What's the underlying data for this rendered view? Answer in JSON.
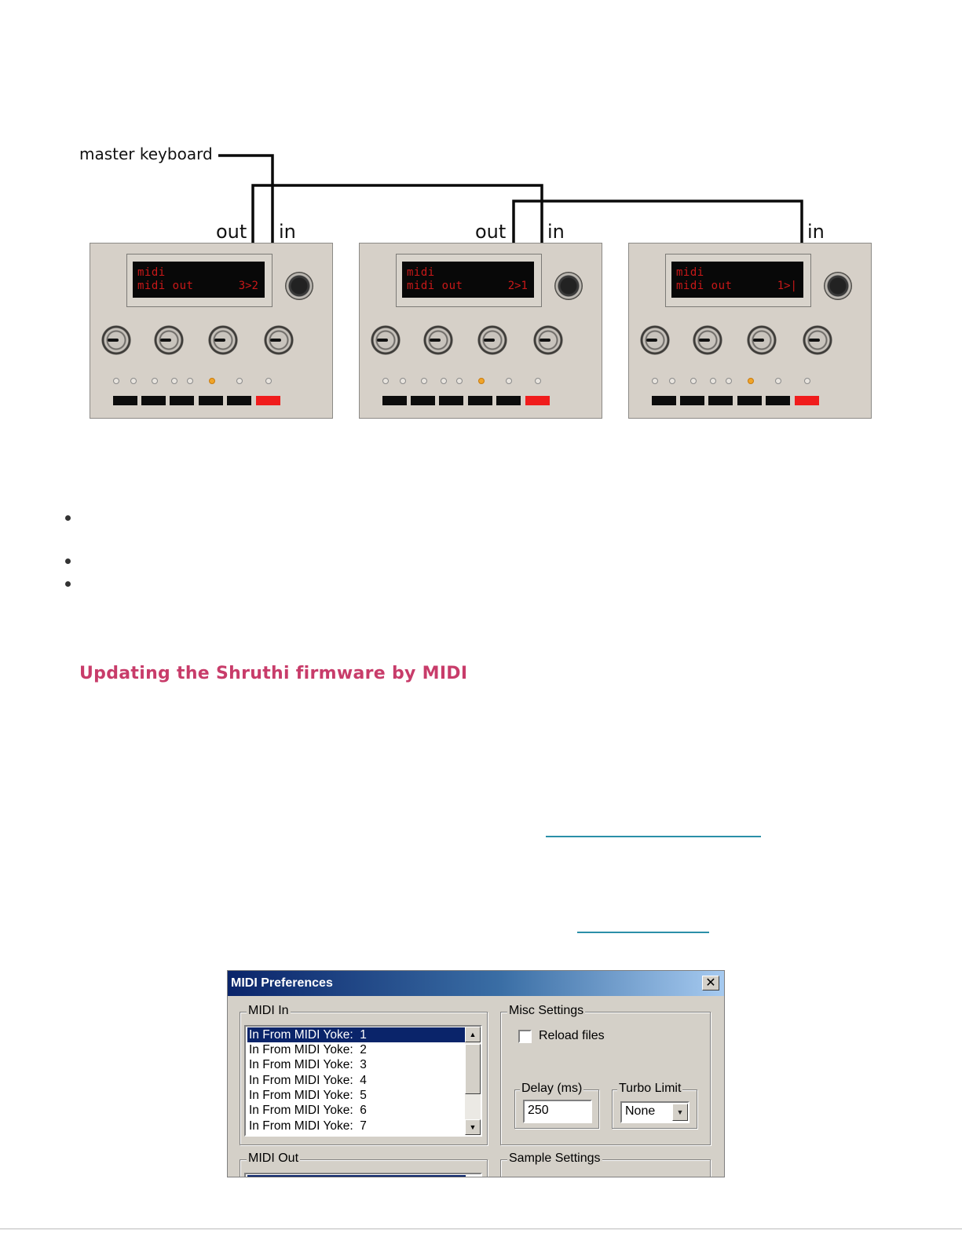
{
  "diagram": {
    "master_keyboard_label": "master keyboard",
    "ports": {
      "out": "out",
      "in": "in"
    },
    "units": [
      {
        "line1": "midi",
        "line2": "midi out",
        "value": "3>2"
      },
      {
        "line1": "midi",
        "line2": "midi out",
        "value": "2>1"
      },
      {
        "line1": "midi",
        "line2": "midi out",
        "value": "1>|"
      }
    ],
    "colors": {
      "lcd_text": "#c81818",
      "led_on": "#f0a428",
      "button_active": "#f01c1c"
    }
  },
  "section": {
    "heading": "Updating the Shruthi firmware by MIDI",
    "heading_color": "#c83c6a",
    "link_color": "#2b8fa8"
  },
  "midi_prefs": {
    "title": "MIDI Preferences",
    "close": "✕",
    "midi_in": {
      "label": "MIDI In",
      "items": [
        "In From MIDI Yoke:  1",
        "In From MIDI Yoke:  2",
        "In From MIDI Yoke:  3",
        "In From MIDI Yoke:  4",
        "In From MIDI Yoke:  5",
        "In From MIDI Yoke:  6",
        "In From MIDI Yoke:  7"
      ]
    },
    "misc": {
      "label": "Misc Settings",
      "reload_files": "Reload files",
      "delay_label": "Delay (ms)",
      "delay_value": "250",
      "turbo_label": "Turbo Limit",
      "turbo_value": "None"
    },
    "midi_out": {
      "label": "MIDI Out"
    },
    "sample": {
      "label": "Sample Settings"
    },
    "icons": {
      "scroll_up": "up-arrow-icon",
      "scroll_down": "down-arrow-icon",
      "combo": "down-arrow-icon"
    }
  }
}
